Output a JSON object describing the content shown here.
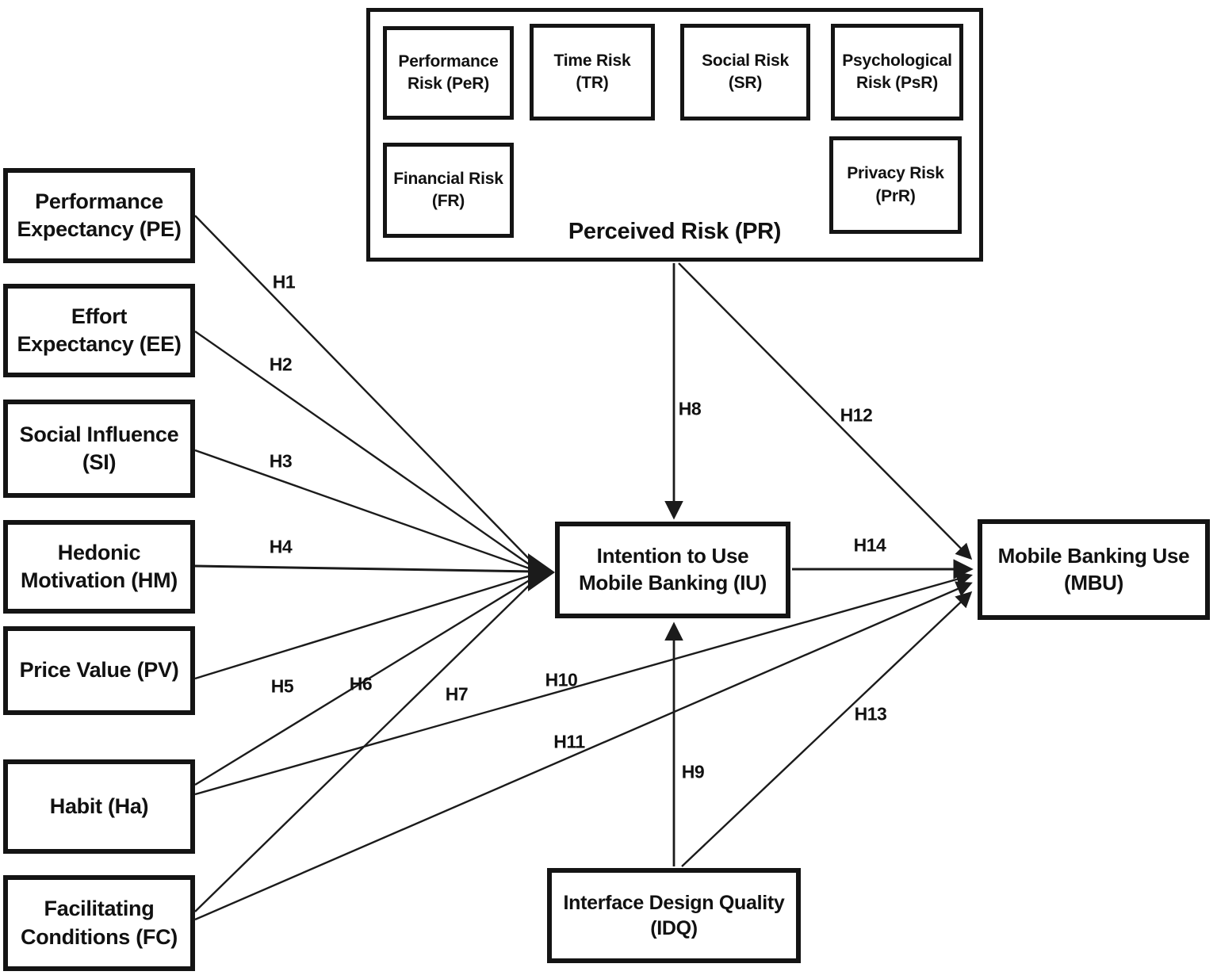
{
  "figure": {
    "type": "path-model-diagram",
    "background": "#ffffff",
    "line_color": "#1b1b1b",
    "border_color": "#141414",
    "text_color": "#111111"
  },
  "perceived_risk_group": {
    "label": "Perceived Risk (PR)",
    "items": [
      {
        "id": "PeR",
        "label": "Performance Risk (PeR)"
      },
      {
        "id": "TR",
        "label": "Time Risk (TR)"
      },
      {
        "id": "SR",
        "label": "Social Risk (SR)"
      },
      {
        "id": "PsR",
        "label": "Psychological Risk (PsR)"
      },
      {
        "id": "FR",
        "label": "Financial Risk (FR)"
      },
      {
        "id": "PrR",
        "label": "Privacy Risk (PrR)"
      }
    ]
  },
  "constructs": {
    "pe": "Performance Expectancy (PE)",
    "ee": "Effort Expectancy (EE)",
    "si": "Social Influence (SI)",
    "hm": "Hedonic Motivation (HM)",
    "pv": "Price Value (PV)",
    "ha": "Habit (Ha)",
    "fc": "Facilitating Conditions (FC)",
    "iu": "Intention to Use Mobile Banking (IU)",
    "mbu": "Mobile Banking Use (MBU)",
    "idq": "Interface Design Quality (IDQ)"
  },
  "hypotheses": [
    {
      "id": "H1",
      "from": "PE",
      "to": "IU"
    },
    {
      "id": "H2",
      "from": "EE",
      "to": "IU"
    },
    {
      "id": "H3",
      "from": "SI",
      "to": "IU"
    },
    {
      "id": "H4",
      "from": "HM",
      "to": "IU"
    },
    {
      "id": "H5",
      "from": "PV",
      "to": "IU"
    },
    {
      "id": "H6",
      "from": "Ha",
      "to": "IU"
    },
    {
      "id": "H7",
      "from": "FC",
      "to": "IU"
    },
    {
      "id": "H8",
      "from": "PR",
      "to": "IU"
    },
    {
      "id": "H9",
      "from": "IDQ",
      "to": "IU"
    },
    {
      "id": "H10",
      "from": "Ha",
      "to": "MBU"
    },
    {
      "id": "H11",
      "from": "FC",
      "to": "MBU"
    },
    {
      "id": "H12",
      "from": "PR",
      "to": "MBU"
    },
    {
      "id": "H13",
      "from": "IDQ",
      "to": "MBU"
    },
    {
      "id": "H14",
      "from": "IU",
      "to": "MBU"
    }
  ]
}
